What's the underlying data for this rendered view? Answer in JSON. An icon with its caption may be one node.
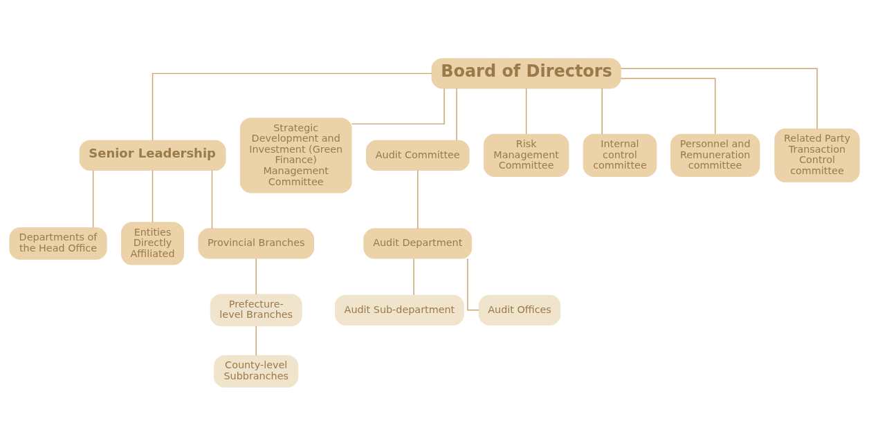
{
  "diagram": {
    "nodes": [
      {
        "text": [
          "Board of Directors"
        ]
      },
      {
        "text": [
          "Senior Leadership"
        ]
      },
      {
        "text": [
          "Strategic Development and Investment (Green Finance) Management Committee"
        ]
      },
      {
        "text": [
          "Audit Committee"
        ]
      },
      {
        "text": [
          "Risk Management Committee"
        ]
      },
      {
        "text": [
          "Internal control committee"
        ]
      },
      {
        "text": [
          "Personnel and Remuneration committee"
        ]
      },
      {
        "text": [
          "Related Party Transaction Control committee"
        ]
      },
      {
        "text": [
          "Audit Department"
        ]
      },
      {
        "text": [
          "Audit Sub-department"
        ]
      },
      {
        "text": [
          "Audit Offices"
        ]
      },
      {
        "text": [
          "Departments of the Head Office"
        ]
      },
      {
        "text": [
          "Entities Directly Affiliated"
        ]
      },
      {
        "text": [
          "Provincial Branches"
        ]
      },
      {
        "text": [
          "Prefecture-level Branches"
        ]
      },
      {
        "text": [
          "County-level Subbranches"
        ]
      }
    ],
    "edges": [
      {
        "from": 0,
        "to": 2,
        "arrow": "none"
      },
      {
        "from": 0,
        "to": 3,
        "arrow": "none"
      },
      {
        "from": 0,
        "to": 4,
        "arrow": "none"
      },
      {
        "from": 0,
        "to": 5,
        "arrow": "none"
      },
      {
        "from": 0,
        "to": 6,
        "arrow": "none"
      },
      {
        "from": 0,
        "to": 7,
        "arrow": "none"
      },
      {
        "from": 0,
        "to": 1,
        "arrow": "none"
      },
      {
        "from": 3,
        "to": 8,
        "arrow": "none"
      },
      {
        "from": 8,
        "to": 9,
        "arrow": "none"
      },
      {
        "from": 8,
        "to": 10,
        "arrow": "none"
      },
      {
        "from": 1,
        "to": 11,
        "arrow": "none"
      },
      {
        "from": 1,
        "to": 12,
        "arrow": "none"
      },
      {
        "from": 1,
        "to": 13,
        "arrow": "none"
      },
      {
        "from": 13,
        "to": 14,
        "arrow": "none"
      },
      {
        "from": 14,
        "to": 15,
        "arrow": "none"
      }
    ]
  }
}
